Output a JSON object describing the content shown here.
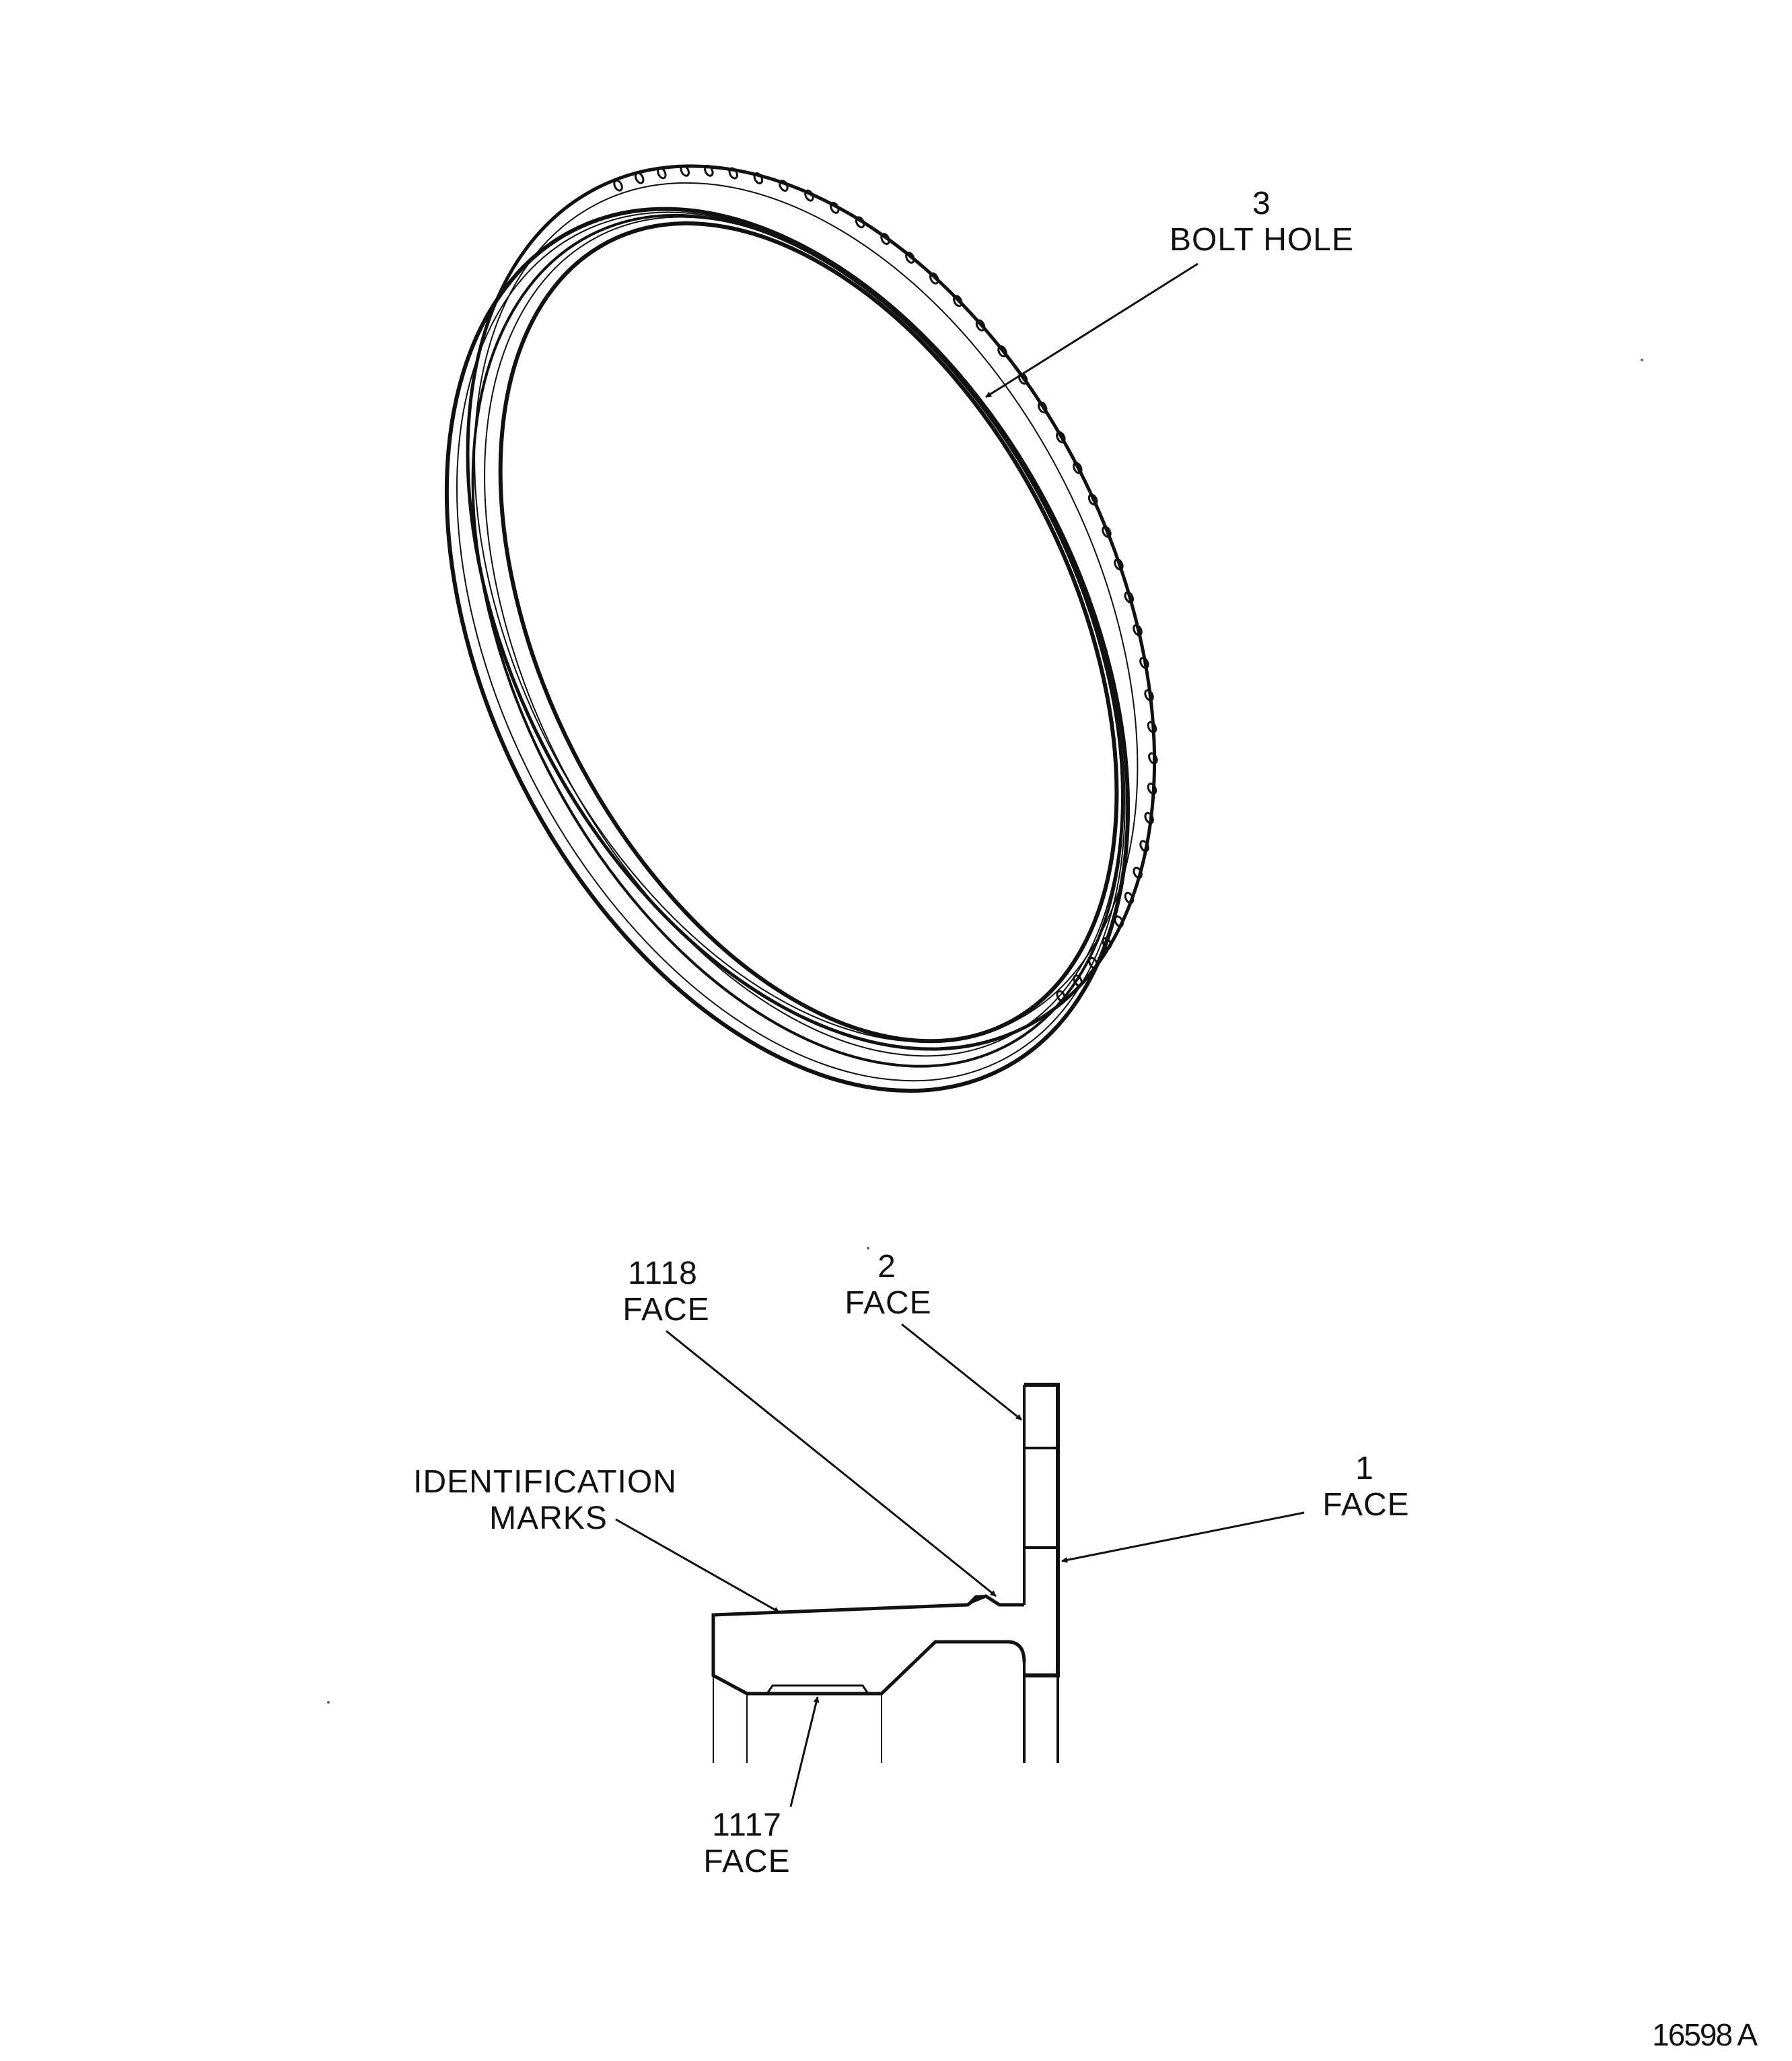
{
  "callouts": {
    "bolt_hole": {
      "number": "3",
      "text": "BOLT HOLE"
    },
    "face_1118": {
      "number": "1118",
      "text": "FACE"
    },
    "face_2": {
      "number": "2",
      "text": "FACE"
    },
    "face_1": {
      "number": "1",
      "text": "FACE"
    },
    "identification_marks": {
      "line1": "IDENTIFICATION",
      "line2": "MARKS"
    },
    "face_1117": {
      "number": "1117",
      "text": "FACE"
    }
  },
  "figure_number": "16598 A"
}
